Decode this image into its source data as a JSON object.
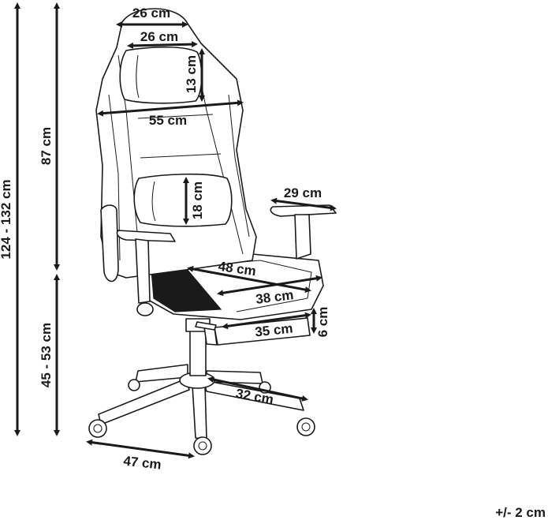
{
  "colors": {
    "ink": "#1a1a1a",
    "paper": "#ffffff"
  },
  "dimensions": {
    "overall_height": "124 - 132 cm",
    "back_height": "87 cm",
    "seat_height": "45 - 53 cm",
    "top_width": "26 cm",
    "headrest_width": "26 cm",
    "headrest_height": "13 cm",
    "shoulder_width": "55 cm",
    "lumbar_height": "18 cm",
    "armrest_length": "29 cm",
    "seat_width": "48 cm",
    "seat_depth": "38 cm",
    "footrest_width": "35 cm",
    "footrest_height": "6 cm",
    "leg_length": "32 cm",
    "base_width": "47 cm"
  },
  "tolerance": "+/- 2 cm"
}
